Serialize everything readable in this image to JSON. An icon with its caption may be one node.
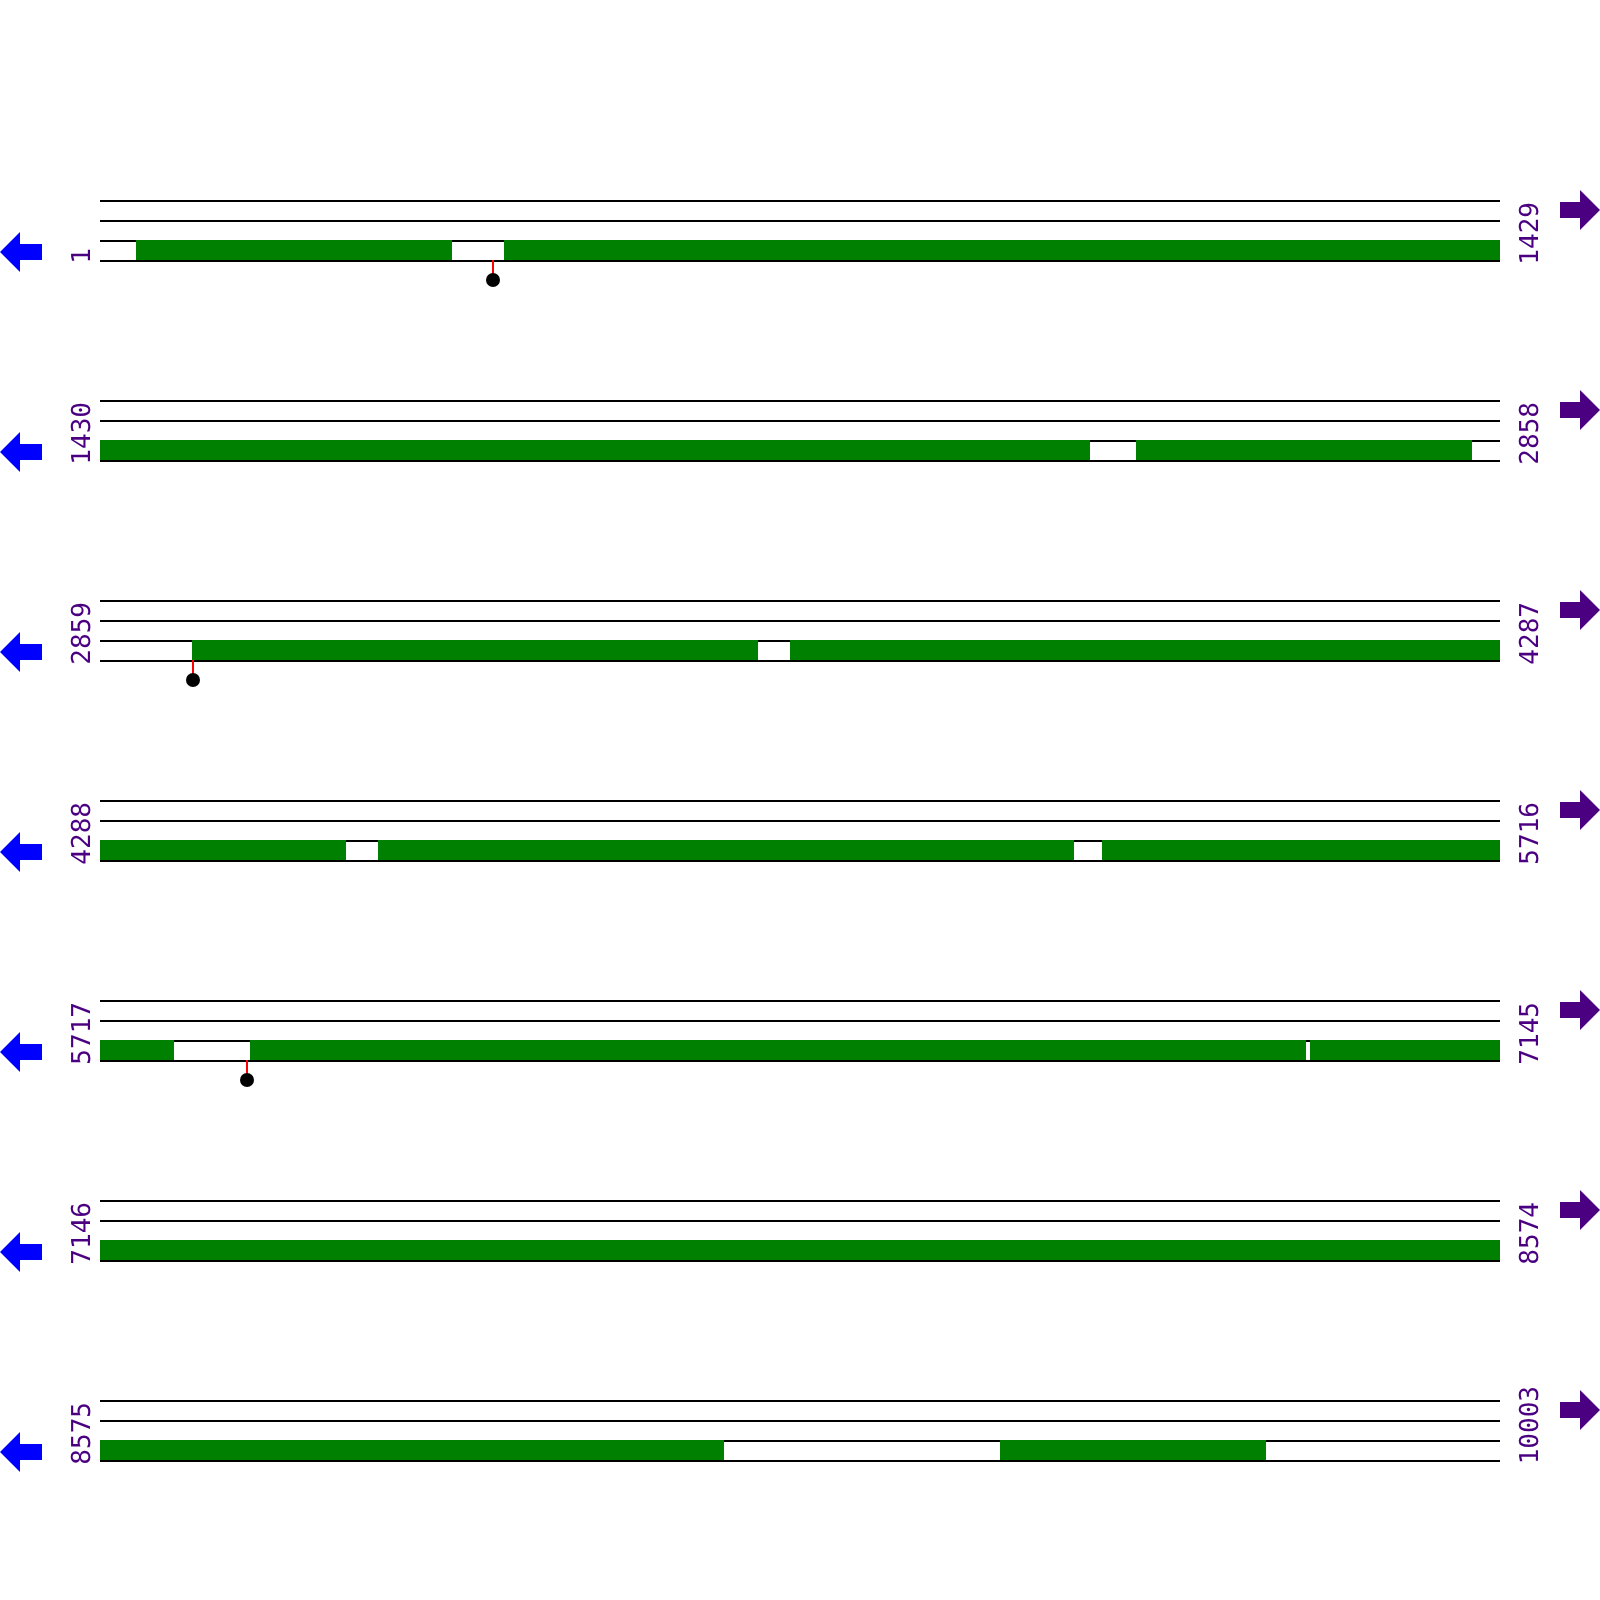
{
  "diagram": {
    "labels": [
      "1",
      "1429",
      "1430",
      "2858",
      "2859",
      "4287",
      "4288",
      "5716",
      "5717",
      "7145",
      "7146",
      "8574",
      "8575",
      "10003"
    ]
  }
}
